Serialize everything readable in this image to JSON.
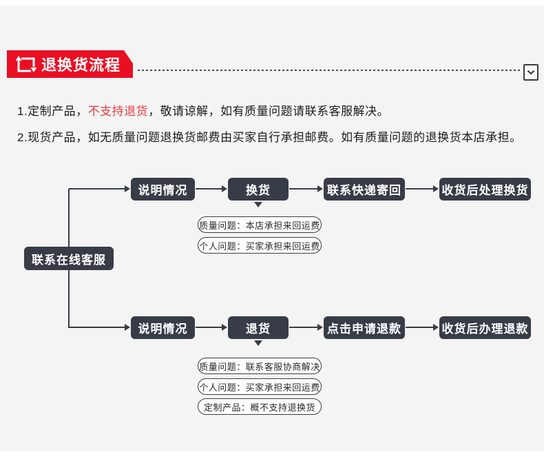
{
  "colors": {
    "accent_red": "#ea0f23",
    "highlight_red": "#e8393d",
    "box_dark": "#383c46",
    "page_bg": "#f4f4f5"
  },
  "header": {
    "title": "退换货流程",
    "icon": "exchange-loop-arrows-icon",
    "collapse_icon": "chevron-down-icon"
  },
  "notes": {
    "line1": {
      "prefix": "1.定制产品，",
      "highlight": "不支持退货",
      "suffix": "，敬请谅解，如有质量问题请联系客服解决。"
    },
    "line2": {
      "text": "2.现货产品，如无质量问题退换货邮费由买家自行承担邮费。如有质量问题的退换货本店承担。"
    }
  },
  "flowchart": {
    "start": "联系在线客服",
    "branches": [
      {
        "steps": [
          "说明情况",
          "换货",
          "联系快递寄回",
          "收货后处理换货"
        ],
        "notes": [
          "质量问题：本店承担来回运费",
          "个人问题：买家承担来回运费"
        ]
      },
      {
        "steps": [
          "说明情况",
          "退货",
          "点击申请退款",
          "收货后办理退款"
        ],
        "notes": [
          "质量问题：联系客服协商解决",
          "个人问题：买家承担来回运费",
          "定制产品：概不支持退换货"
        ]
      }
    ]
  }
}
